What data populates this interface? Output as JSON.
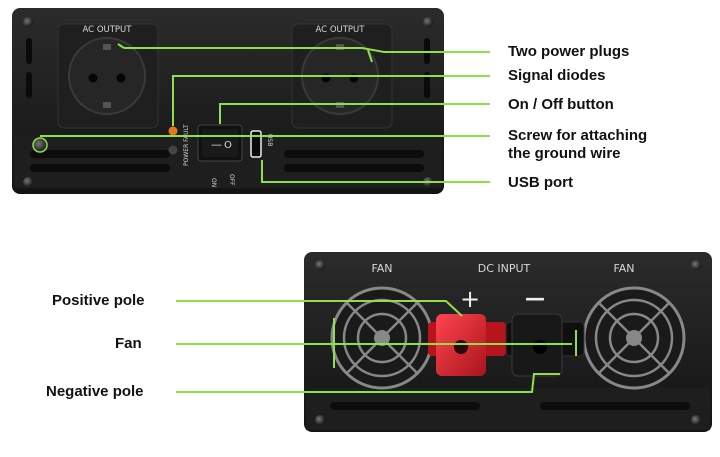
{
  "colors": {
    "accent": "#8ee04a",
    "body": "#1c1c1c",
    "panel": "#262626",
    "positive_terminal": "#d4202a",
    "negative_terminal": "#151515",
    "label_text": "#d8d8d8"
  },
  "top_panel": {
    "ac_output_left": "AC OUTPUT",
    "ac_output_right": "AC OUTPUT",
    "power_fault": "POWER FAULT",
    "switch_on": "ON",
    "switch_off": "OFF",
    "usb": "USB",
    "switch_glyph_on": "—",
    "switch_glyph_off": "O"
  },
  "bottom_panel": {
    "fan_left": "FAN",
    "dc_input": "DC INPUT",
    "fan_right": "FAN",
    "plus_sign": "+",
    "minus_sign": "—"
  },
  "callouts_right": {
    "plugs": "Two power plugs",
    "diodes": "Signal diodes",
    "switch": "On / Off button",
    "screw_line1": "Screw for attaching",
    "screw_line2": "the ground wire",
    "usb": "USB port"
  },
  "callouts_left": {
    "positive": "Positive pole",
    "fan": "Fan",
    "negative": "Negative pole"
  },
  "icons": [
    "socket-icon",
    "screw-icon",
    "fan-grille-icon",
    "diode-icon",
    "rocker-switch-icon",
    "usb-port-icon",
    "terminal-icon"
  ]
}
